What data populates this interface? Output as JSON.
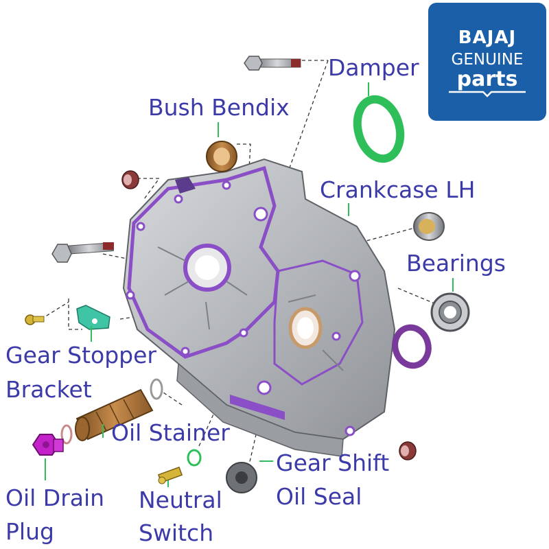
{
  "logo": {
    "brand": "BAJAJ",
    "line1": "GENUINE",
    "line2": "parts"
  },
  "labels": {
    "damper": "Damper",
    "bush_bendix": "Bush Bendix",
    "crankcase_lh": "Crankcase LH",
    "bearings": "Bearings",
    "gear_stopper_line1": "Gear Stopper",
    "gear_stopper_line2": "Bracket",
    "oil_stainer": "Oil Stainer",
    "gear_shift_line1": "Gear Shift",
    "gear_shift_line2": "Oil Seal",
    "oil_drain_line1": "Oil Drain",
    "oil_drain_line2": "Plug",
    "neutral_line1": "Neutral",
    "neutral_line2": "Switch"
  },
  "colors": {
    "label_text": "#3b3aa8",
    "logo_bg": "#1b5fa8",
    "crankcase_body": "#b9bcc0",
    "gasket_purple": "#8a4fc6",
    "damper_green": "#2fbf5a",
    "bush_bronze": "#b0793f",
    "oil_drain_magenta": "#c322c9",
    "bracket_teal": "#3fc4a6"
  }
}
